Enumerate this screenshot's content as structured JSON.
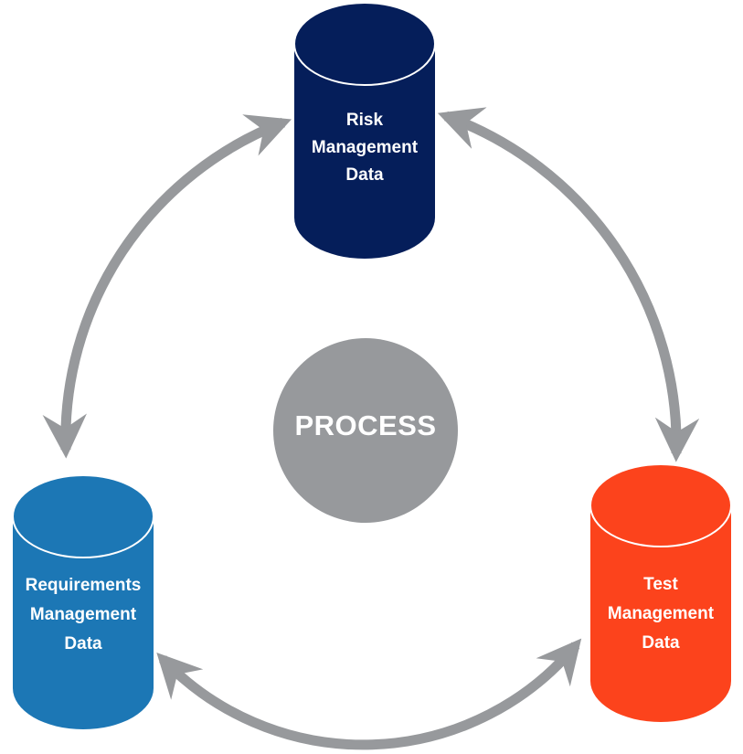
{
  "diagram": {
    "center": {
      "label": "PROCESS"
    },
    "nodes": {
      "risk": {
        "lines": [
          "Risk",
          "Management",
          "Data"
        ],
        "color": "#051e5a"
      },
      "requirements": {
        "lines": [
          "Requirements",
          "Management",
          "Data"
        ],
        "color": "#1c77b5"
      },
      "test": {
        "lines": [
          "Test",
          "Management",
          "Data"
        ],
        "color": "#fc431c"
      }
    },
    "colors": {
      "arrow": "#97999c",
      "center_circle": "#97999c",
      "cylinder_rim": "#ffffff",
      "label_text": "#ffffff",
      "background": "#ffffff"
    }
  }
}
